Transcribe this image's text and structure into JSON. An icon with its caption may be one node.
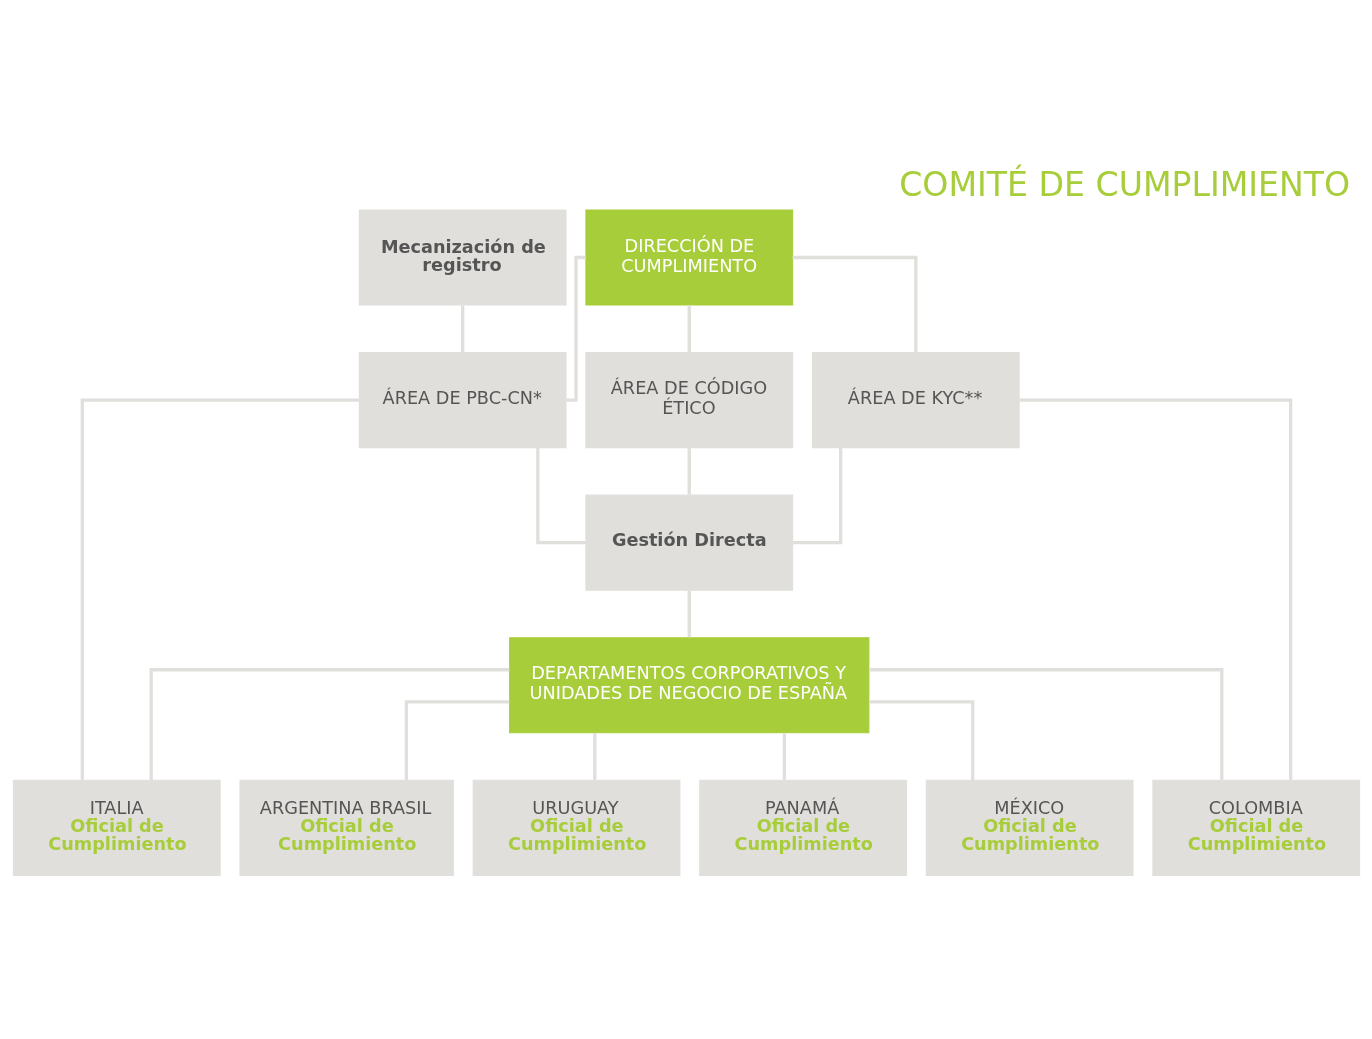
{
  "diagram": {
    "title": "COMITÉ DE CUMPLIMIENTO",
    "nodes": [
      {
        "text": [
          "Mecanización de registro"
        ]
      },
      {
        "text": [
          "DIRECCIÓN DE CUMPLIMIENTO"
        ]
      },
      {
        "text": [
          "ÁREA DE PBC-CN*"
        ]
      },
      {
        "text": [
          "ÁREA DE CÓDIGO ÉTICO"
        ]
      },
      {
        "text": [
          "ÁREA DE KYC**"
        ]
      },
      {
        "text": [
          "Gestión Directa"
        ]
      },
      {
        "text": [
          "DEPARTAMENTOS CORPORATIVOS Y UNIDADES DE NEGOCIO DE ESPAÑA"
        ]
      },
      {
        "text": [
          "ITALIA",
          "Oficial de Cumplimiento"
        ]
      },
      {
        "text": [
          "ARGENTINA BRASIL",
          "Oficial de Cumplimiento"
        ]
      },
      {
        "text": [
          "URUGUAY",
          "Oficial de Cumplimiento"
        ]
      },
      {
        "text": [
          "PANAMÁ",
          "Oficial de Cumplimiento"
        ]
      },
      {
        "text": [
          "MÉXICO",
          "Oficial de Cumplimiento"
        ]
      },
      {
        "text": [
          "COLOMBIA",
          "Oficial de Cumplimiento"
        ]
      }
    ],
    "edges": [
      {
        "from": 0,
        "to": 2,
        "arrow": "none"
      },
      {
        "from": 1,
        "to": 2,
        "arrow": "none"
      },
      {
        "from": 1,
        "to": 3,
        "arrow": "none"
      },
      {
        "from": 1,
        "to": 4,
        "arrow": "none"
      },
      {
        "from": 2,
        "to": 5,
        "arrow": "none"
      },
      {
        "from": 3,
        "to": 5,
        "arrow": "none"
      },
      {
        "from": 4,
        "to": 5,
        "arrow": "none"
      },
      {
        "from": 5,
        "to": 6,
        "arrow": "none"
      },
      {
        "from": 2,
        "to": 7,
        "arrow": "none"
      },
      {
        "from": 6,
        "to": 7,
        "arrow": "none"
      },
      {
        "from": 6,
        "to": 8,
        "arrow": "none"
      },
      {
        "from": 6,
        "to": 9,
        "arrow": "none"
      },
      {
        "from": 6,
        "to": 10,
        "arrow": "none"
      },
      {
        "from": 6,
        "to": 11,
        "arrow": "none"
      },
      {
        "from": 6,
        "to": 12,
        "arrow": "none"
      },
      {
        "from": 4,
        "to": 12,
        "arrow": "none"
      }
    ]
  }
}
